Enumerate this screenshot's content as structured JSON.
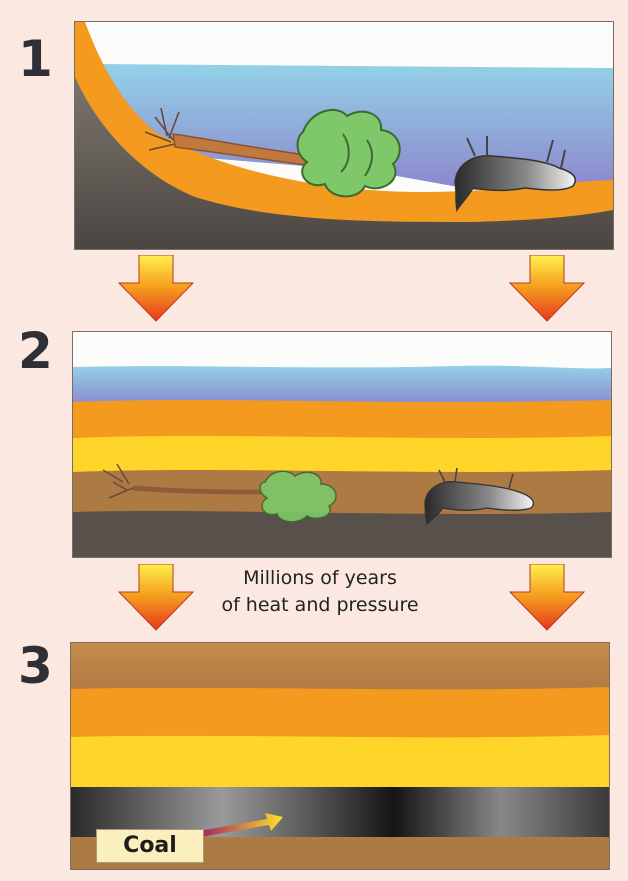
{
  "steps": [
    {
      "number": "1"
    },
    {
      "number": "2"
    },
    {
      "number": "3"
    }
  ],
  "caption": {
    "line1": "Millions of years",
    "line2": "of heat and pressure"
  },
  "coal_label": "Coal",
  "colors": {
    "sky": "#fcfcfa",
    "water": "#8fc9e2",
    "water_deep": "#8f89cf",
    "sediment_orange": "#f39a1f",
    "sediment_yellow": "#ffd52a",
    "mud_brown": "#ae7a44",
    "bedrock": "#57504b",
    "coal": "#1e1e1e",
    "plant_green": "#7ec86a",
    "arrow_top": "#fff14a",
    "arrow_bottom": "#e6371d"
  }
}
